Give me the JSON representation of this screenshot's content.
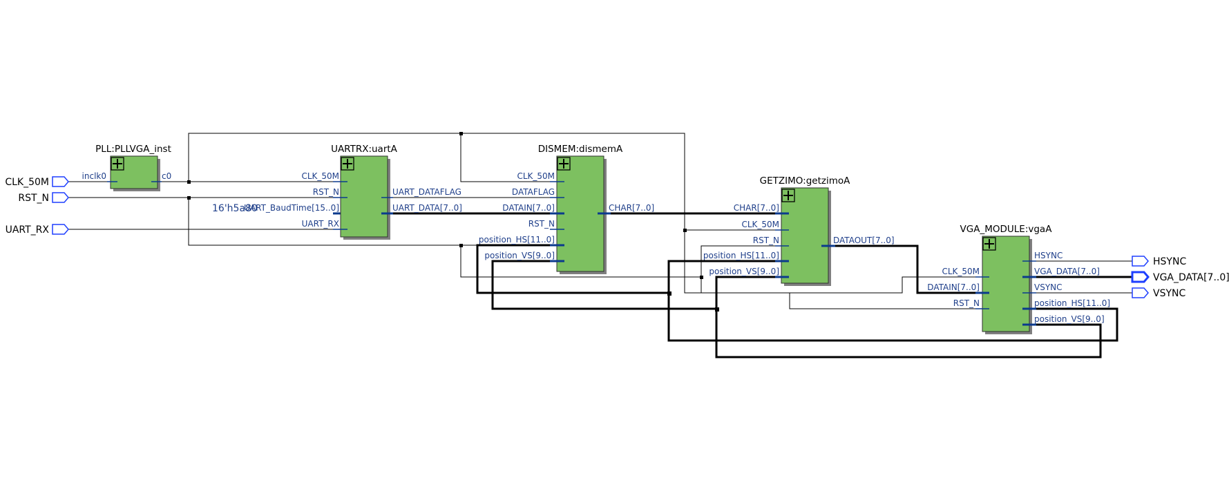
{
  "input_ports": [
    "CLK_50M",
    "RST_N",
    "UART_RX"
  ],
  "output_ports": [
    "HSYNC",
    "VGA_DATA[7..0]",
    "VSYNC"
  ],
  "constant": "16'h5a80",
  "modules": {
    "pll": {
      "title": "PLL:PLLVGA_inst",
      "ports": {
        "inclk0": "inclk0",
        "c0": "c0"
      }
    },
    "uartrx": {
      "title": "UARTRX:uartA",
      "ports": {
        "clk": "CLK_50M",
        "rst": "RST_N",
        "baud": "UART_BaudTime[15..0]",
        "rx": "UART_RX",
        "dataflag": "UART_DATAFLAG",
        "data": "UART_DATA[7..0]"
      }
    },
    "dismem": {
      "title": "DISMEM:dismemA",
      "ports": {
        "clk": "CLK_50M",
        "dataflag": "DATAFLAG",
        "datain": "DATAIN[7..0]",
        "rst": "RST_N",
        "hs": "position_HS[11..0]",
        "vs": "position_VS[9..0]",
        "char": "CHAR[7..0]"
      }
    },
    "getzimo": {
      "title": "GETZIMO:getzimoA",
      "ports": {
        "char": "CHAR[7..0]",
        "clk": "CLK_50M",
        "rst": "RST_N",
        "hs": "position_HS[11..0]",
        "vs": "position_VS[9..0]",
        "dataout": "DATAOUT[7..0]"
      }
    },
    "vga": {
      "title": "VGA_MODULE:vgaA",
      "ports": {
        "clk": "CLK_50M",
        "datain": "DATAIN[7..0]",
        "rst": "RST_N",
        "hsync": "HSYNC",
        "vgadata": "VGA_DATA[7..0]",
        "vsync": "VSYNC",
        "hs": "position_HS[11..0]",
        "vs": "position_VS[9..0]"
      }
    }
  }
}
